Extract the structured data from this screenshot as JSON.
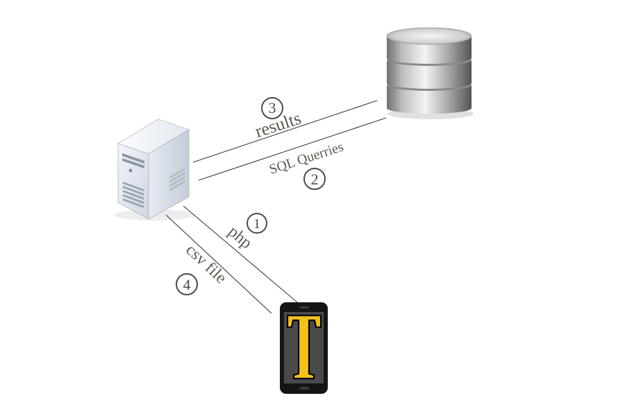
{
  "nodes": {
    "server": {
      "icon": "server-tower-icon"
    },
    "database": {
      "icon": "database-cylinder-icon"
    },
    "phone": {
      "icon": "smartphone-icon",
      "app_letter": "T",
      "accent": "#f2c21b"
    }
  },
  "edges": {
    "results": {
      "label": "results",
      "step": "3"
    },
    "sql": {
      "label": "SQL Querries",
      "step": "2"
    },
    "php": {
      "label": "php",
      "step": "1"
    },
    "csv": {
      "label": "csv file",
      "step": "4"
    }
  }
}
